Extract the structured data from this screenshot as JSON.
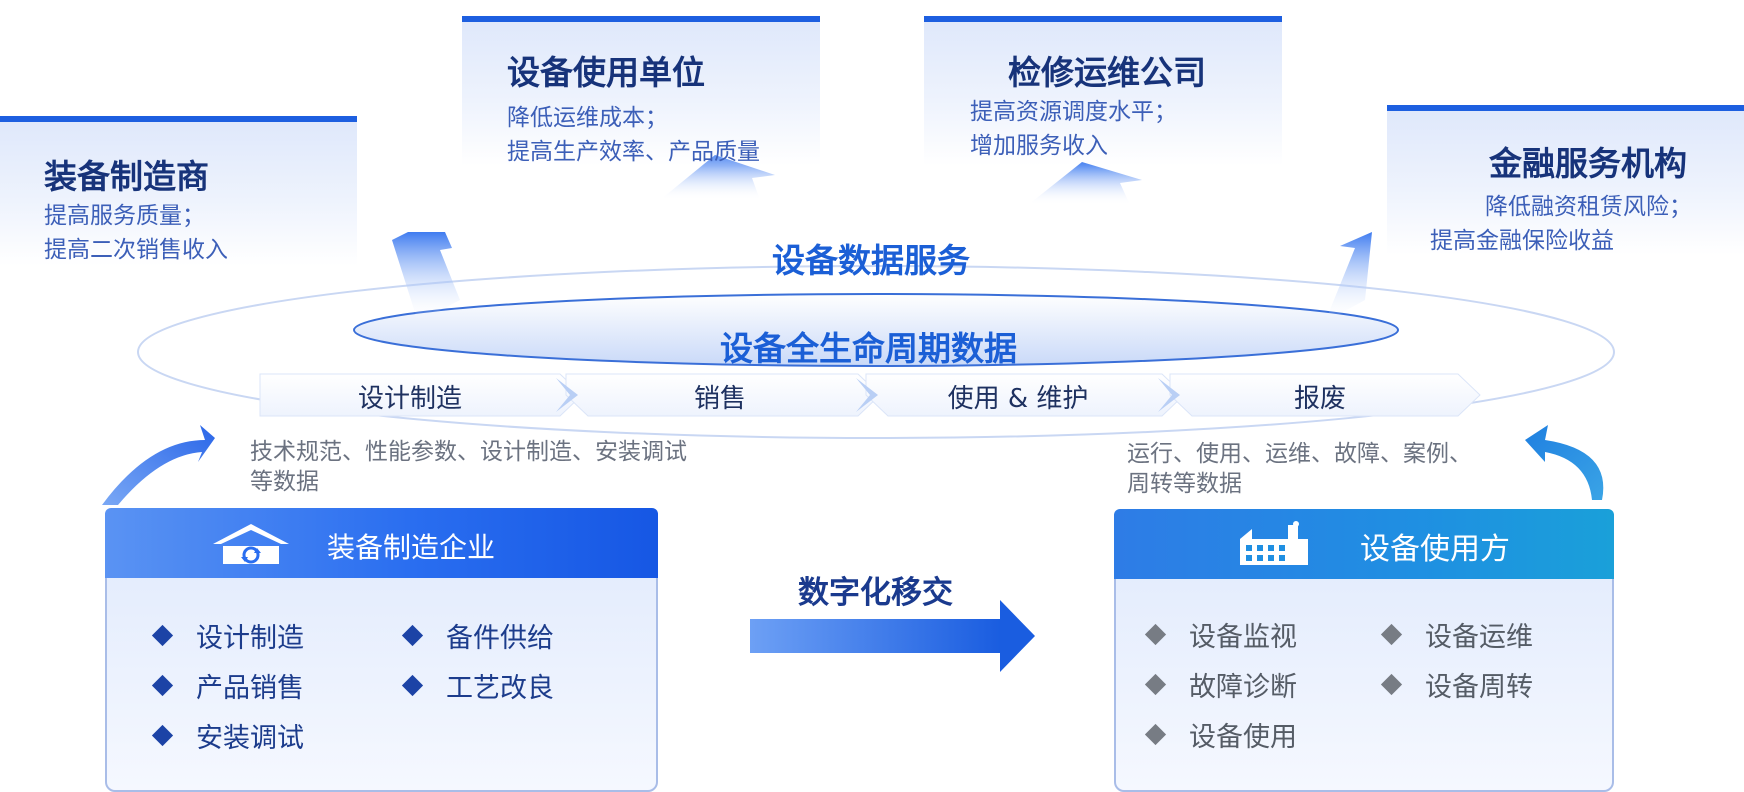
{
  "colors": {
    "primary_blue": "#1d5fe0",
    "dark_navy": "#17337a",
    "accent_blue": "#1b5fd6",
    "card_text": "#3c5fb8"
  },
  "stakeholders": {
    "manufacturer": {
      "title": "装备制造商",
      "lines": [
        "提高服务质量；",
        "提高二次销售收入"
      ]
    },
    "user_unit": {
      "title": "设备使用单位",
      "lines": [
        "降低运维成本；",
        "提高生产效率、产品质量"
      ]
    },
    "maintenance": {
      "title": "检修运维公司",
      "lines": [
        "提高资源调度水平；",
        "增加服务收入"
      ]
    },
    "finance": {
      "title": "金融服务机构",
      "lines": [
        "降低融资租赁风险；",
        "提高金融保险收益"
      ]
    }
  },
  "center": {
    "service_title": "设备数据服务",
    "lifecycle_title": "设备全生命周期数据"
  },
  "stages": [
    "设计制造",
    "销售",
    "使用 & 维护",
    "报废"
  ],
  "left_desc": [
    "技术规范、性能参数、设计制造、安装调试",
    "等数据"
  ],
  "right_desc": [
    "运行、使用、运维、故障、案例、",
    "周转等数据"
  ],
  "left_panel": {
    "title": "装备制造企业",
    "icon": "house-cycle-icon",
    "items": [
      "设计制造",
      "备件供给",
      "产品销售",
      "工艺改良",
      "安装调试"
    ]
  },
  "right_panel": {
    "title": "设备使用方",
    "icon": "factory-icon",
    "items": [
      "设备监视",
      "设备运维",
      "故障诊断",
      "设备周转",
      "设备使用"
    ]
  },
  "transfer_label": "数字化移交"
}
